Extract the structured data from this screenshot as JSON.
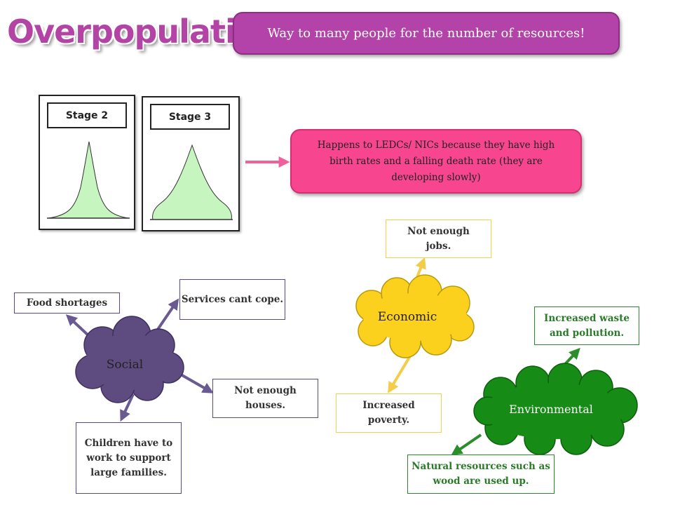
{
  "title": "Overpopulation",
  "definition": "Way to many people for the number of  resources!",
  "cause": "Happens to LEDCs/ NICs because they have high birth rates and a falling death rate (they are developing slowly)",
  "pyramids": {
    "stage2_label": "Stage 2",
    "stage3_label": "Stage 3"
  },
  "clouds": {
    "social": "Social",
    "economic": "Economic",
    "environmental": "Environmental"
  },
  "social_effects": {
    "food": "Food shortages",
    "services": "Services cant cope.",
    "houses": "Not enough houses.",
    "children": "Children have to work to support large families."
  },
  "economic_effects": {
    "jobs": "Not enough jobs.",
    "poverty": "Increased poverty."
  },
  "environmental_effects": {
    "waste": "Increased waste and pollution.",
    "resources": "Natural resources such as wood are used up."
  },
  "colors": {
    "title": "#b344a6",
    "definition_box": "#b343a8",
    "cause_box": "#f7468f",
    "social_cloud": "#5e4b7f",
    "economic_cloud": "#fcd11e",
    "environmental_cloud": "#168c16",
    "pyramid_fill": "#c6f5c0",
    "pink_arrow": "#f0609a"
  }
}
